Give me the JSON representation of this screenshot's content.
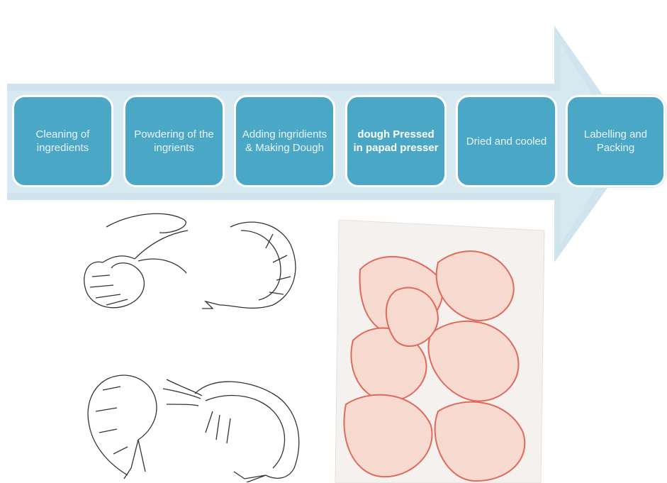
{
  "process": {
    "steps": [
      {
        "label": "Cleaning of ingredients"
      },
      {
        "label": "Powdering of the ingrients"
      },
      {
        "label": "Adding ingridients & Making Dough"
      },
      {
        "label": "dough Pressed in papad presser",
        "emphasis": "bold"
      },
      {
        "label": "Dried and cooled"
      },
      {
        "label": "Labelling and Packing"
      }
    ],
    "colors": {
      "arrow": "#c9e0ea",
      "step_fill": "#4aa7c6",
      "step_text": "#e8f5fa",
      "chips": "#e06a5c"
    }
  },
  "illustrations": {
    "left": {
      "icon": "shrimp-sketch-icon"
    },
    "right": {
      "icon": "prawn-chips-bag-icon"
    }
  }
}
